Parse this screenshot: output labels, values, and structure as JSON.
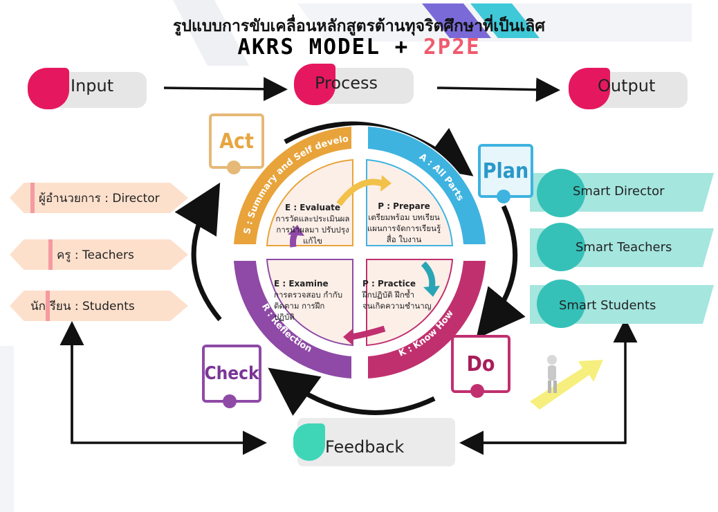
{
  "title_thai": "รูปแบบการขับเคลื่อนหลักสูตรต้านทุจริตศึกษาที่เป็นเลิศ",
  "title_model": "AKRS MODEL + ",
  "title_model_accent": "2P2E",
  "flow": {
    "input": "Input",
    "process": "Process",
    "output": "Output",
    "feedback": "Feedback"
  },
  "inputs": [
    "ผู้อำนวยการ : Director",
    "ครู : Teachers",
    "นักเรียน : Students"
  ],
  "outputs": [
    "Smart Director",
    "Smart Teachers",
    "Smart  Students"
  ],
  "stages": {
    "act": "Act",
    "plan": "Plan",
    "do": "Do",
    "check": "Check"
  },
  "ring": {
    "s": "S : Summary and Self develop",
    "a": "A : All Parts",
    "k": "K : Know How",
    "r": "R : Reflection"
  },
  "quadrants": {
    "evaluate": {
      "title": "E :  Evaluate",
      "lines": [
        "การวัดและประเมินผล",
        "การนำผลมา ปรับปรุง",
        "แก้ไข"
      ]
    },
    "prepare": {
      "title": "P : Prepare",
      "lines": [
        "เตรียมพร้อม บทเรียน",
        "แผนการจัดการเรียนรู้",
        "สื่อ  ใบงาน"
      ]
    },
    "examine": {
      "title": "E : Examine",
      "lines": [
        "การตรวจสอบ กำกับ",
        "ติดตาม การฝึก",
        "ปฏิบัติ"
      ]
    },
    "practice": {
      "title": "P : Practice",
      "lines": [
        "ฝึกปฏิบัติ ฝึกซ้ำ",
        "จนเกิดความชำนาญ"
      ]
    }
  },
  "colors": {
    "pink": "#e5185f",
    "teal": "#35c1b8",
    "gold": "#e8a33a",
    "blue": "#3fb3e0",
    "magenta": "#c0306f",
    "purple": "#8e4aa6",
    "input_bg": "#fde0cc",
    "output_bg": "#a5e6df"
  }
}
